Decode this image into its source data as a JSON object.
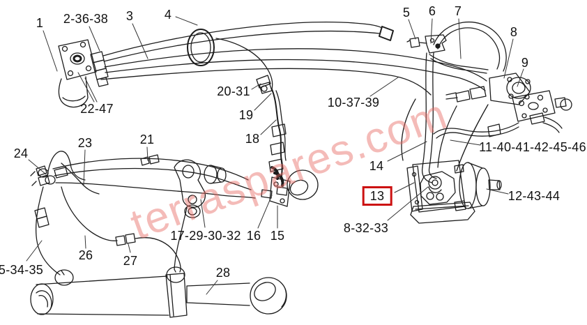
{
  "figure": {
    "watermark": "terraspares.com",
    "highlighted_part": "13",
    "highlight_color": "#cc1111",
    "line_color": "#1c1c1c",
    "background": "#ffffff"
  },
  "labels": [
    {
      "text": "1"
    },
    {
      "text": "2-36-38"
    },
    {
      "text": "3"
    },
    {
      "text": "4"
    },
    {
      "text": "22-47"
    },
    {
      "text": "20-31"
    },
    {
      "text": "19"
    },
    {
      "text": "18"
    },
    {
      "text": "10-37-39"
    },
    {
      "text": "5"
    },
    {
      "text": "6"
    },
    {
      "text": "7"
    },
    {
      "text": "8"
    },
    {
      "text": "9"
    },
    {
      "text": "14"
    },
    {
      "text": "11-40-41-42-45-46"
    },
    {
      "text": "13"
    },
    {
      "text": "12-43-44"
    },
    {
      "text": "8-32-33"
    },
    {
      "text": "24"
    },
    {
      "text": "23"
    },
    {
      "text": "21"
    },
    {
      "text": "17-29-30-32"
    },
    {
      "text": "16"
    },
    {
      "text": "15"
    },
    {
      "text": "26"
    },
    {
      "text": "27"
    },
    {
      "text": "5-34-35"
    },
    {
      "text": "28"
    }
  ]
}
